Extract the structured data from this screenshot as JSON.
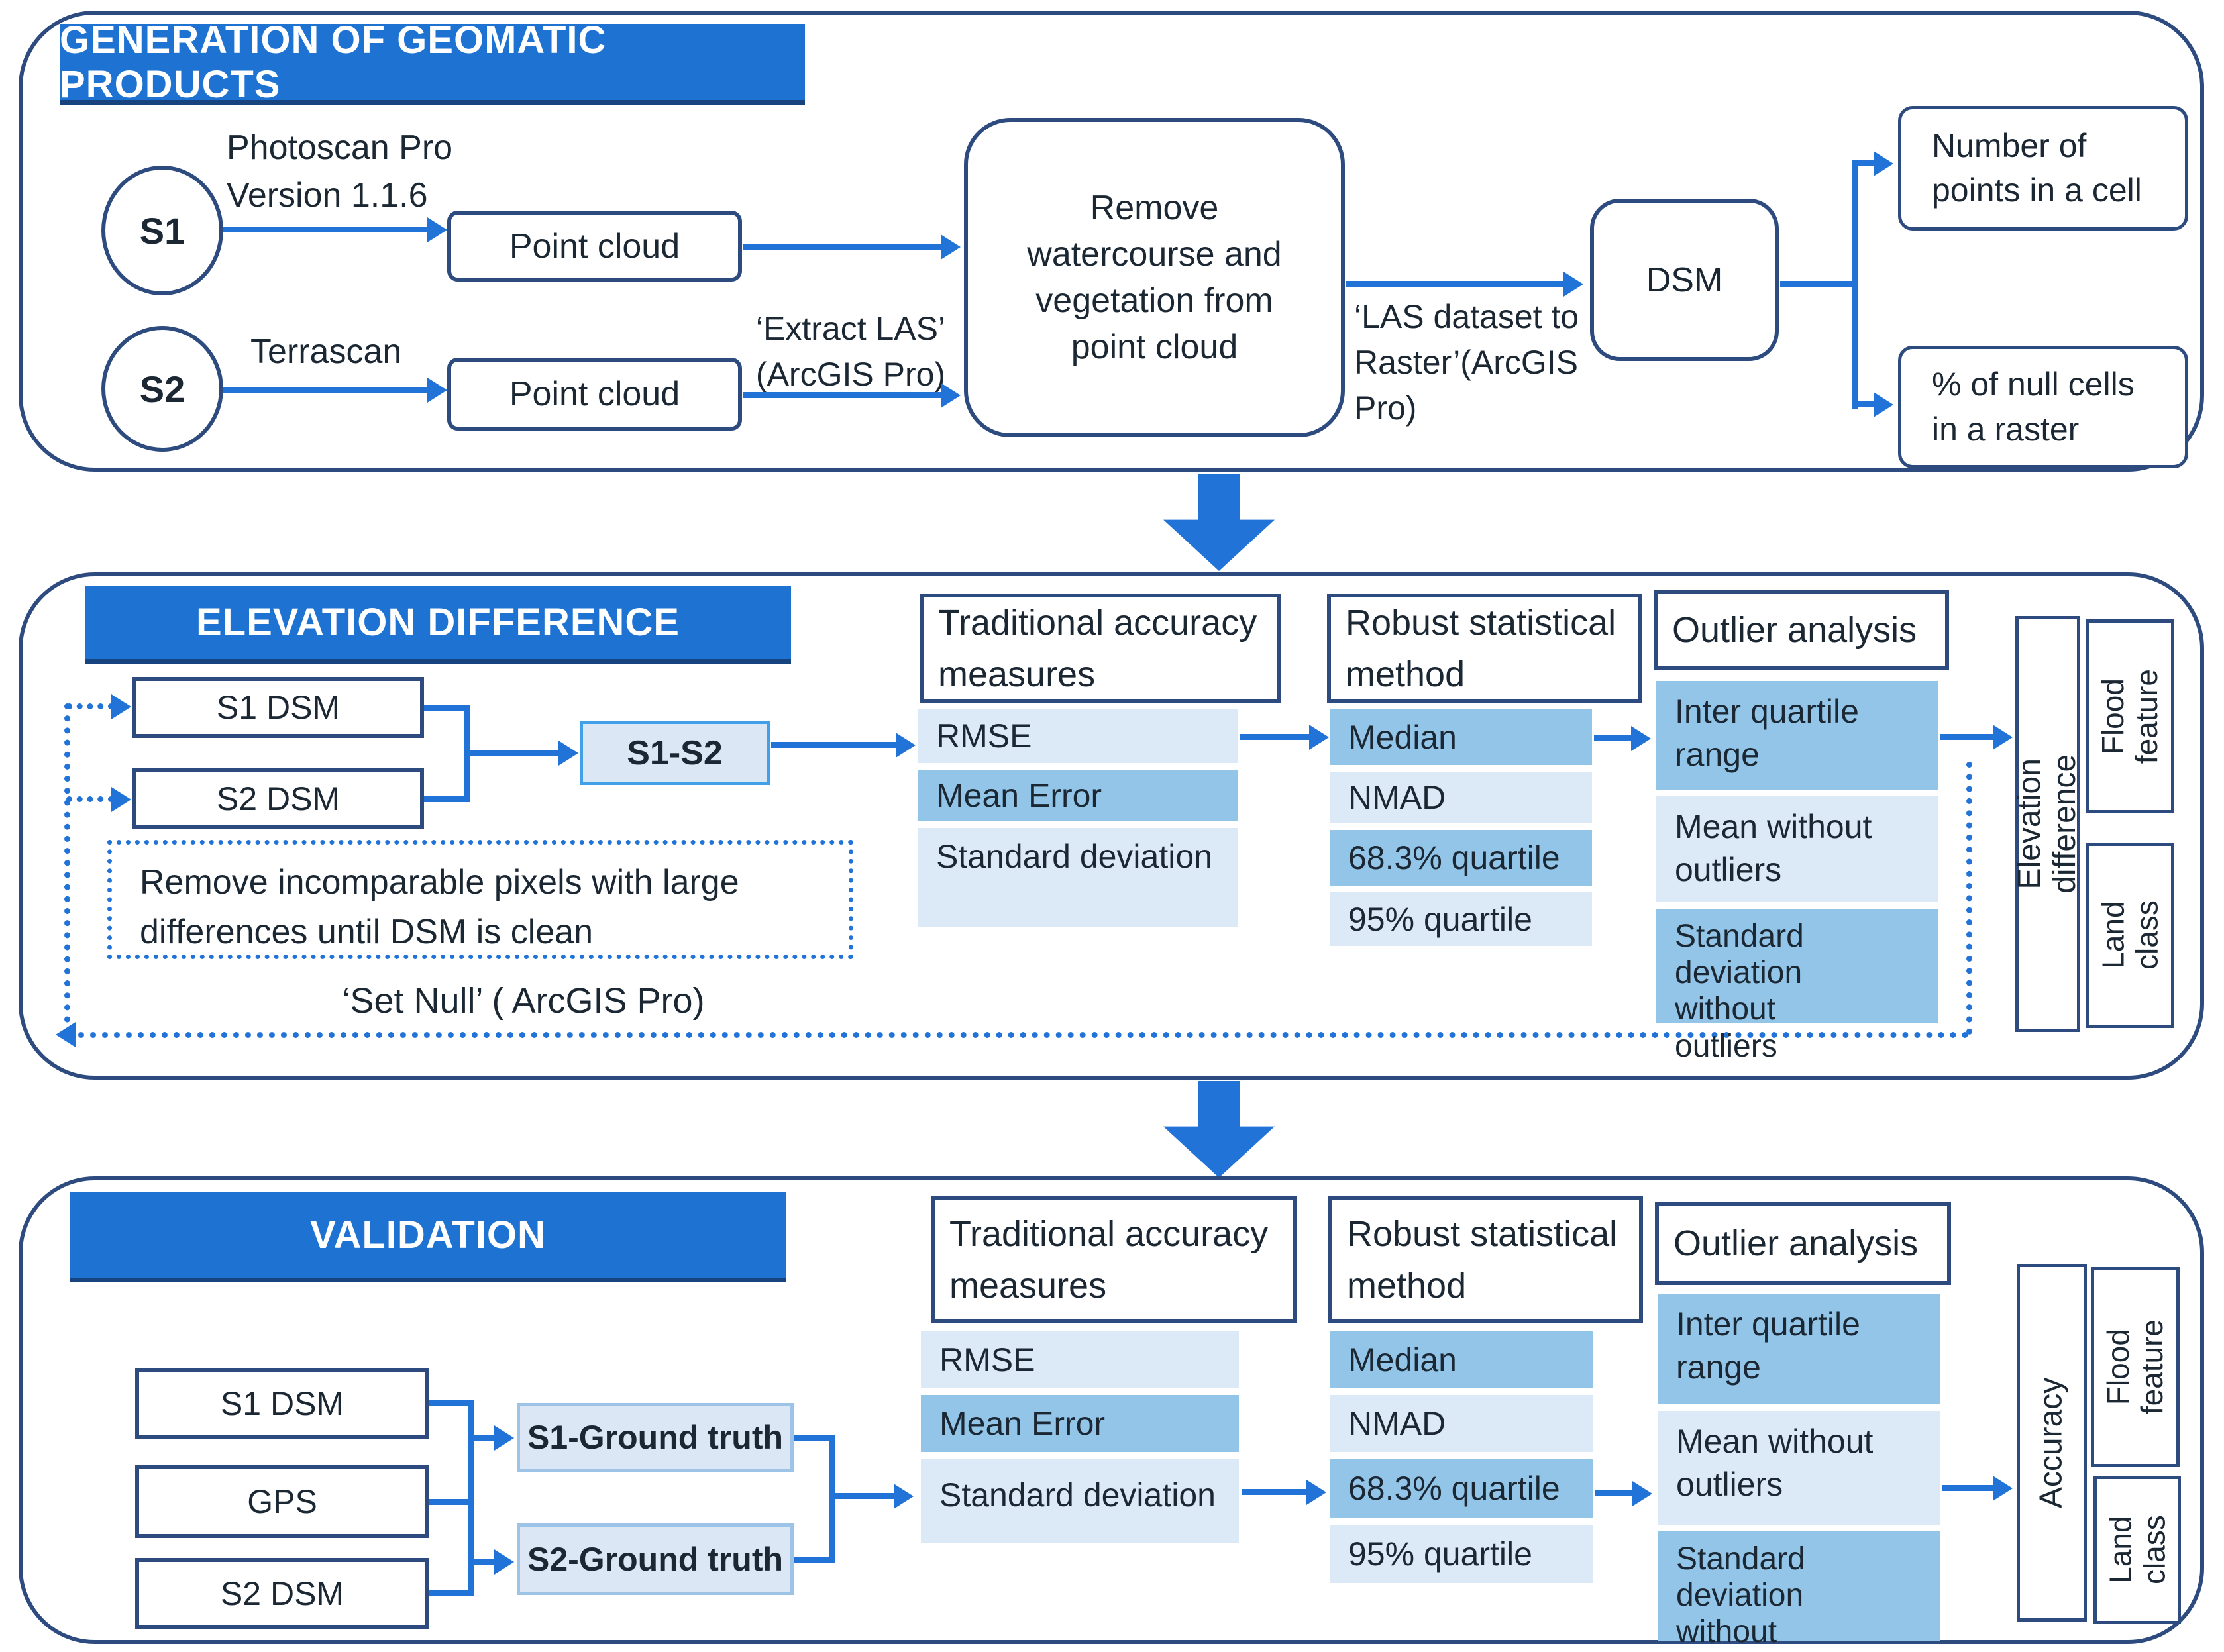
{
  "palette": {
    "header_blue": "#1d72d2",
    "row_light": "#dceaf8",
    "row_medium": "#92c5e8",
    "border_navy": "#2d4b7e",
    "arrow_blue": "#2173d8",
    "highlight_fill": "#dce7f5",
    "highlight_border": "#41a0e8"
  },
  "generation": {
    "title": "GENERATION OF GEOMATIC PRODUCTS",
    "s1": "S1",
    "s2": "S2",
    "s1_tool_line1": "Photoscan Pro",
    "s1_tool_line2": "Version 1.1.6",
    "s2_tool": "Terrascan",
    "point_cloud_1": "Point cloud",
    "point_cloud_2": "Point cloud",
    "extract_las_line1": "‘Extract LAS’",
    "extract_las_line2": "(ArcGIS Pro)",
    "remove_box": "Remove watercourse and vegetation from point cloud",
    "las_to_raster": "‘LAS dataset to Raster’(ArcGIS Pro)",
    "dsm": "DSM",
    "points_in_cell": "Number of points in a cell",
    "null_cells": "% of null cells in a raster"
  },
  "elevation": {
    "title": "ELEVATION DIFFERENCE",
    "s1_dsm": "S1 DSM",
    "s2_dsm": "S2 DSM",
    "diff": "S1-S2",
    "remove_note": "Remove incomparable pixels with large differences until DSM is clean",
    "set_null": "‘Set Null’ ( ArcGIS Pro)",
    "col1": {
      "title": "Traditional accuracy measures",
      "rows": [
        "RMSE",
        "Mean Error",
        "Standard deviation"
      ]
    },
    "col2": {
      "title": "Robust statistical method",
      "rows": [
        "Median",
        "NMAD",
        "68.3% quartile",
        "95% quartile"
      ]
    },
    "col3": {
      "title": "Outlier analysis",
      "rows": [
        "Inter quartile range",
        "Mean without outliers",
        "Standard deviation without outliers"
      ]
    },
    "output": "Elevation difference",
    "flood": "Flood feature",
    "land": "Land class"
  },
  "validation": {
    "title": "VALIDATION",
    "input1": "S1 DSM",
    "input2": "GPS",
    "input3": "S2 DSM",
    "gt1": "S1-Ground truth",
    "gt2": "S2-Ground truth",
    "col1": {
      "title": "Traditional accuracy measures",
      "rows": [
        "RMSE",
        "Mean Error",
        "Standard deviation"
      ]
    },
    "col2": {
      "title": "Robust statistical method",
      "rows": [
        "Median",
        "NMAD",
        "68.3% quartile",
        "95% quartile"
      ]
    },
    "col3": {
      "title": "Outlier analysis",
      "rows": [
        "Inter quartile range",
        "Mean without outliers",
        "Standard deviation without outliers"
      ]
    },
    "output": "Accuracy",
    "flood": "Flood feature",
    "land": "Land class"
  }
}
